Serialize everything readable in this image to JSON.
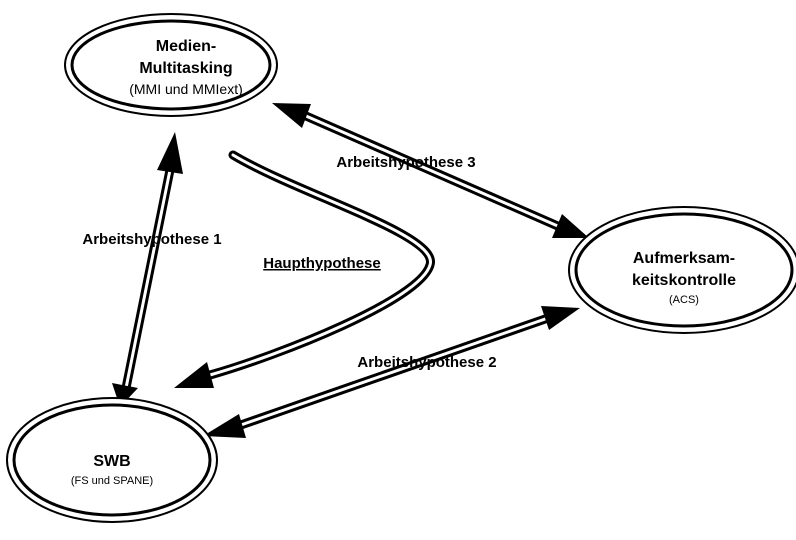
{
  "nodes": {
    "media": {
      "title_line1": "Medien-",
      "title_line2": "Multitasking",
      "subtitle": "(MMI und MMIext)"
    },
    "attention": {
      "title_line1": "Aufmerksam-",
      "title_line2": "keitskontrolle",
      "subtitle": "(ACS)"
    },
    "swb": {
      "title": "SWB",
      "subtitle": "(FS und SPANE)"
    }
  },
  "edges": {
    "hypothesis1": "Arbeitshypothese 1",
    "hypothesis2": "Arbeitshypothese 2",
    "hypothesis3": "Arbeitshypothese 3",
    "main_hypothesis": "Haupthypothese"
  },
  "colors": {
    "stroke": "#000000",
    "fill": "#ffffff"
  }
}
